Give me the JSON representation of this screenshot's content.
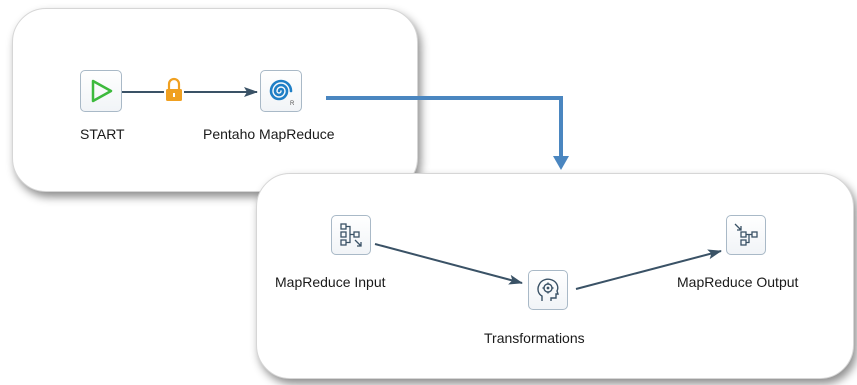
{
  "job": {
    "start_label": "START",
    "mapreduce_label": "Pentaho MapReduce"
  },
  "transformation": {
    "input_label": "MapReduce Input",
    "transform_label": "Transformations",
    "output_label": "MapReduce Output"
  },
  "colors": {
    "start_icon": "#3dba3d",
    "lock_icon": "#f0a020",
    "hop_line": "#3a5266",
    "connector": "#4a86c0",
    "spiral_icon": "#1f7fc6"
  },
  "icons": {
    "start": "play-triangle-icon",
    "lock": "lock-icon",
    "mapreduce": "spiral-icon",
    "input": "mapreduce-input-icon",
    "transform": "head-gear-icon",
    "output": "mapreduce-output-icon"
  }
}
